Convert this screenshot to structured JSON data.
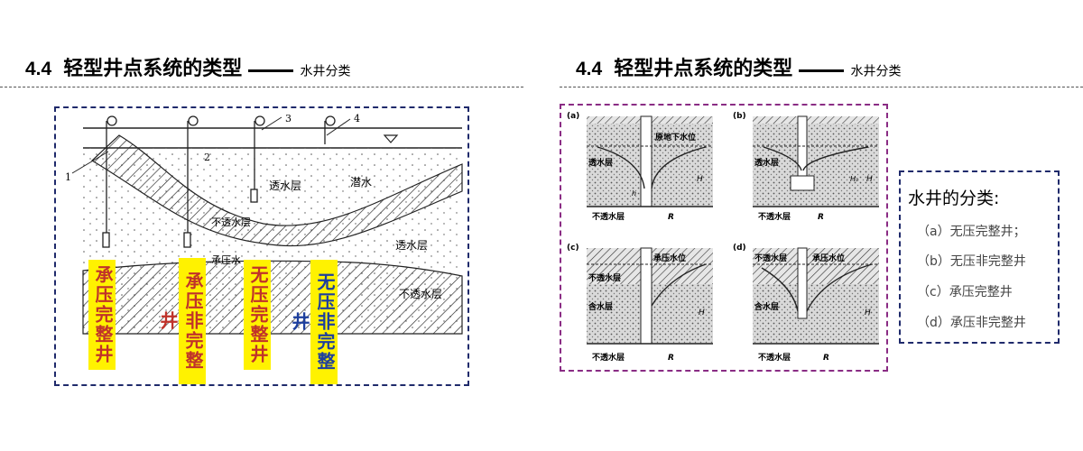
{
  "left": {
    "title_num": "4.4",
    "title_main": "轻型井点系统的类型",
    "title_sub": "水井分类",
    "diagram": {
      "numbers": [
        "1",
        "2",
        "3",
        "4"
      ],
      "layer_labels": {
        "permeable_top": "透水层",
        "phreatic": "潜水",
        "aquiclude": "不透水层",
        "permeable_right": "透水层",
        "confined": "承压水",
        "aquiclude_bottom": "不透水层"
      }
    },
    "tags": [
      "承压完整井",
      "承压非完整井",
      "无压完整井",
      "无压非完整井"
    ],
    "colors": {
      "tag_bg": "#fff200",
      "tag_red": "#c0322a",
      "tag_blue": "#1d3f9e",
      "box_border": "#1f2a6b"
    }
  },
  "right": {
    "title_num": "4.4",
    "title_main": "轻型井点系统的类型",
    "title_sub": "水井分类",
    "figures": {
      "a": {
        "letter": "(a)",
        "water_label": "原地下水位",
        "layer": "透水层",
        "bottom": "不透水层",
        "r": "R",
        "h": "H",
        "h0": "h"
      },
      "b": {
        "letter": "(b)",
        "layer": "透水层",
        "bottom": "不透水层",
        "r": "R",
        "h": "H",
        "h0": "H₀"
      },
      "c": {
        "letter": "(c)",
        "water_label": "承压水位",
        "top": "不透水层",
        "layer": "含水层",
        "bottom": "不透水层",
        "r": "R",
        "h": "H"
      },
      "d": {
        "letter": "(d)",
        "water_label": "承压水位",
        "top": "不透水层",
        "layer": "含水层",
        "bottom": "不透水层",
        "r": "R",
        "h": "H"
      }
    },
    "classification": {
      "title": "水井的分类:",
      "items": [
        "（a）无压完整井；",
        "（b）无压非完整井",
        "（c）承压完整井",
        "（d）承压非完整井"
      ]
    },
    "colors": {
      "grid_border": "#8a2c84",
      "class_border": "#1f2a6b"
    }
  }
}
